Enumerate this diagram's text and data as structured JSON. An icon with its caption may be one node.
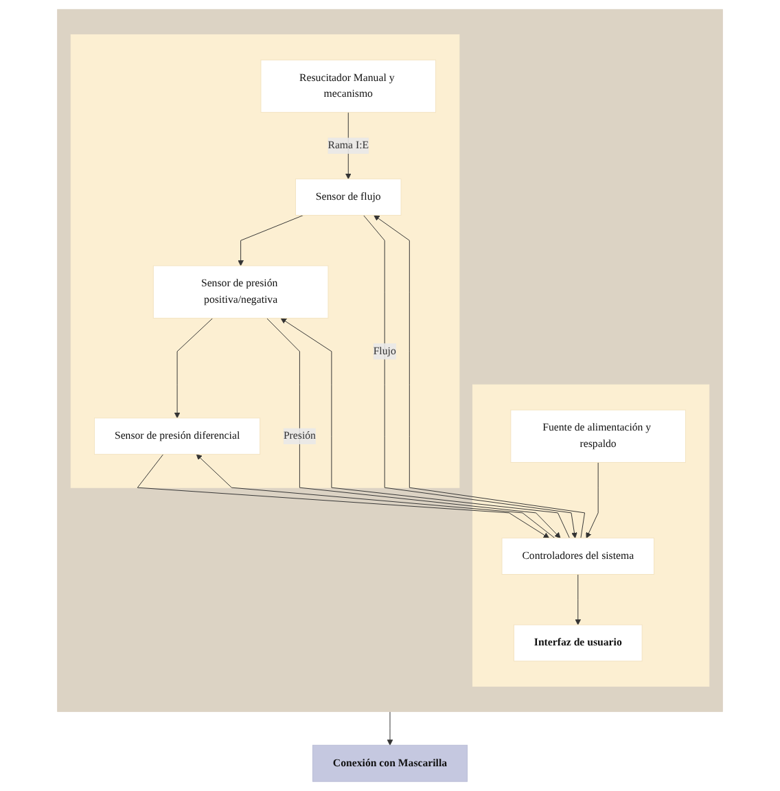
{
  "diagram": {
    "nodes": [
      {
        "text": [],
        "shape": "box"
      },
      {
        "text": [],
        "shape": "box",
        "in": 0
      },
      {
        "text": [],
        "shape": "box",
        "in": 0
      },
      {
        "text": [
          "Fuente de alimentación y respaldo"
        ],
        "in": 1
      },
      {
        "text": [
          "Controladores del sistema"
        ],
        "in": 1
      },
      {
        "text": [
          "Interfaz de usuario"
        ],
        "in": 1
      },
      {
        "text": [
          "Resucitador Manual y mecanismo"
        ],
        "in": 2
      },
      {
        "text": [
          "Sensor de flujo"
        ],
        "in": 2
      },
      {
        "text": [
          "Sensor de presión positiva/negativa"
        ],
        "in": 2
      },
      {
        "text": [
          "Sensor de presión diferencial"
        ],
        "in": 2
      },
      {
        "text": [
          "Conexión con Mascarilla"
        ]
      }
    ],
    "edges": [
      {
        "from": 3,
        "to": 4,
        "arrow": "to"
      },
      {
        "from": 4,
        "to": 5,
        "arrow": "to"
      },
      {
        "from": 6,
        "to": 7,
        "arrow": "to",
        "label": "Rama I:E"
      },
      {
        "from": 7,
        "to": 8,
        "arrow": "to"
      },
      {
        "from": 8,
        "to": 9,
        "arrow": "to"
      },
      {
        "from": 7,
        "to": 4,
        "arrow": "to",
        "label": "Flujo"
      },
      {
        "from": 4,
        "to": 7,
        "arrow": "to"
      },
      {
        "from": 8,
        "to": 4,
        "arrow": "to",
        "label": "Presión"
      },
      {
        "from": 4,
        "to": 8,
        "arrow": "to"
      },
      {
        "from": 9,
        "to": 4,
        "arrow": "to"
      },
      {
        "from": 4,
        "to": 9,
        "arrow": "to"
      },
      {
        "from": 0,
        "to": 10,
        "arrow": "to"
      }
    ]
  }
}
